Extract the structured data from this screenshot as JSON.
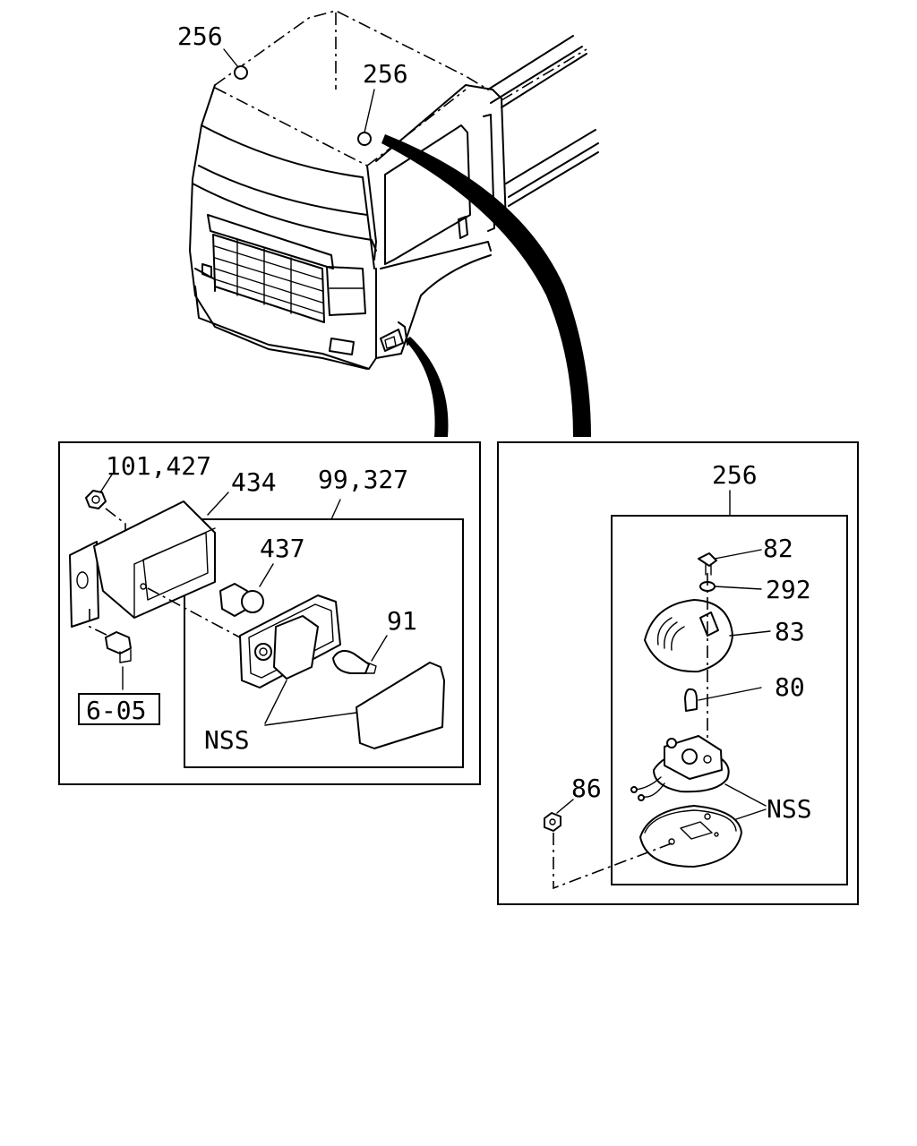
{
  "diagram": {
    "truck_callouts": [
      "256",
      "256"
    ],
    "left_panel": {
      "labels": {
        "nut": "101,427",
        "housing": "434",
        "lamp_assy": "99,327",
        "socket": "437",
        "bulb": "91",
        "nss": "NSS",
        "ref": "6-05"
      }
    },
    "right_panel": {
      "labels": {
        "assembly": "256",
        "screw": "82",
        "washer": "292",
        "lens": "83",
        "bulb": "80",
        "nut": "86",
        "nss": "NSS"
      }
    }
  }
}
